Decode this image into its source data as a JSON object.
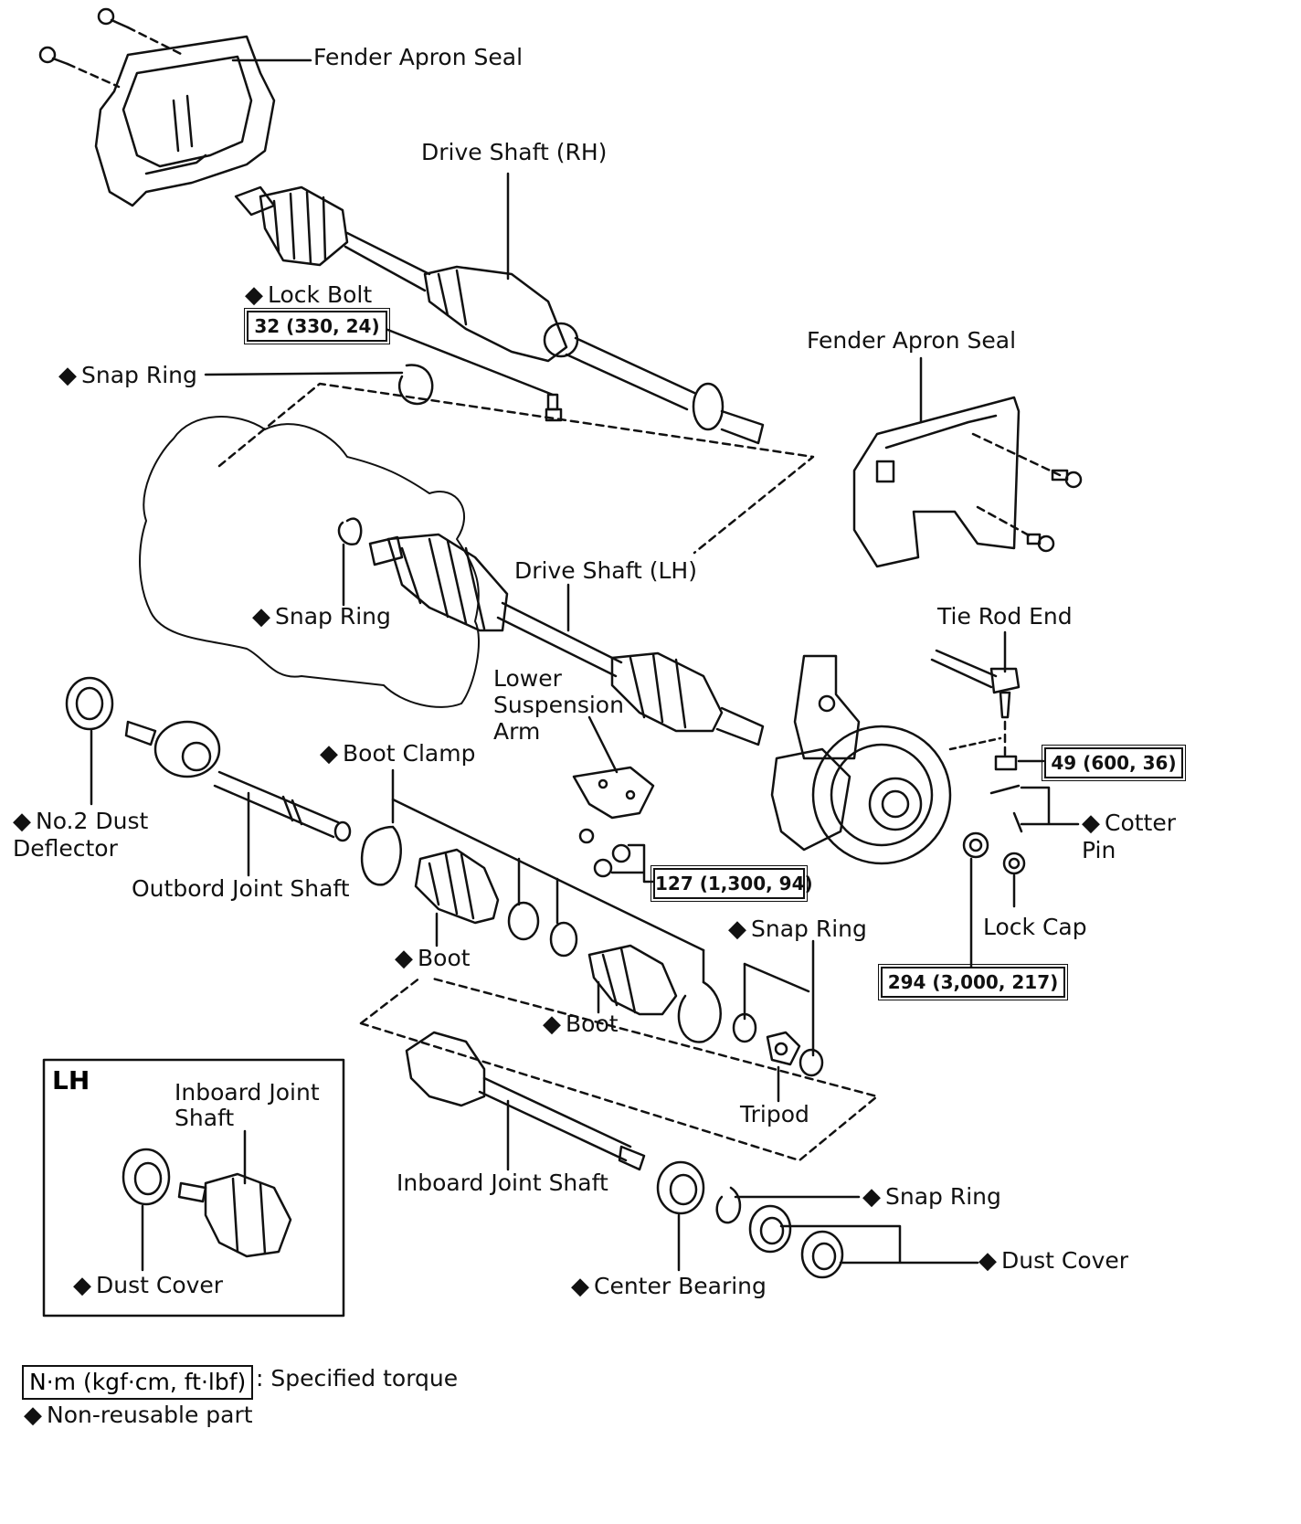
{
  "labels": {
    "fender_apron_seal_top": "Fender Apron Seal",
    "drive_shaft_rh": "Drive Shaft (RH)",
    "lock_bolt": "Lock Bolt",
    "snap_ring_1": "Snap Ring",
    "fender_apron_seal_right": "Fender Apron Seal",
    "snap_ring_2": "Snap Ring",
    "drive_shaft_lh": "Drive Shaft (LH)",
    "tie_rod_end": "Tie Rod End",
    "lower_suspension_arm": "Lower\nSuspension\nArm",
    "no2_dust_deflector": "No.2 Dust\nDeflector",
    "boot_clamp": "Boot Clamp",
    "outbord_joint_shaft": "Outbord Joint Shaft",
    "cotter_pin": "Cotter\nPin",
    "lock_cap": "Lock Cap",
    "snap_ring_3": "Snap Ring",
    "boot_1": "Boot",
    "boot_2": "Boot",
    "tripod": "Tripod",
    "inboard_joint_shaft_lh": "Inboard Joint\nShaft",
    "inboard_joint_shaft": "Inboard Joint Shaft",
    "snap_ring_4": "Snap Ring",
    "dust_cover_right": "Dust Cover",
    "dust_cover_lh": "Dust Cover",
    "center_bearing": "Center Bearing"
  },
  "torques": {
    "lock_bolt": "32 (330, 24)",
    "tie_rod_nut": "49 (600, 36)",
    "lower_arm_bolts": "127 (1,300, 94)",
    "hub_nut": "294 (3,000, 217)"
  },
  "inset_title": "LH",
  "legend": {
    "units": "N·m (kgf·cm, ft·lbf)",
    "torque_text": ": Specified torque",
    "nonreusable_text": "Non-reusable part"
  },
  "symbols": {
    "nonreusable": "◆"
  }
}
